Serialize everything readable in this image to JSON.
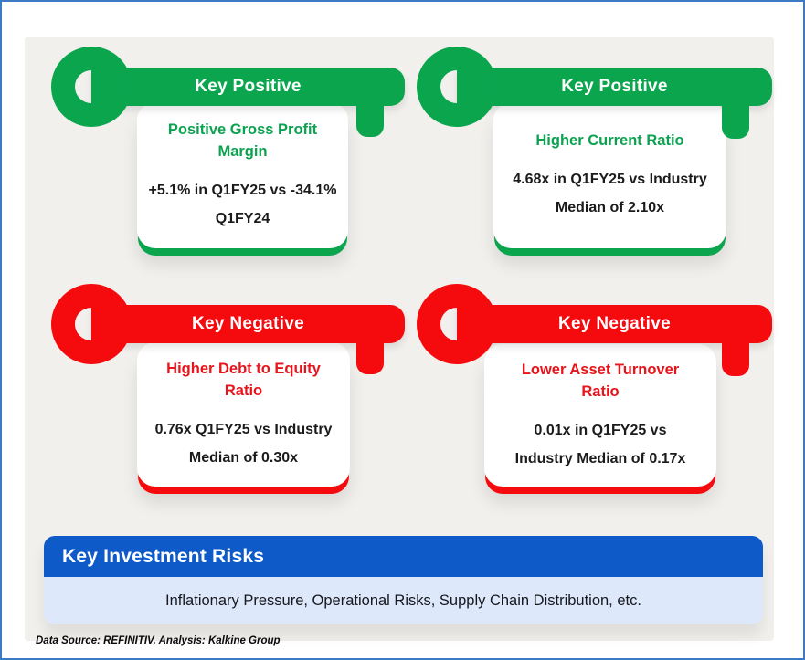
{
  "colors": {
    "positive_green": "#0BA54E",
    "negative_red": "#F50A0E",
    "risks_header_blue": "#0D5AC8",
    "risks_body_blue": "#DEE8FB",
    "frame_border_blue": "#3E79C6",
    "panel_background": "#F2F0ED"
  },
  "keys": [
    {
      "label": "Key Positive",
      "sentiment": "positive",
      "title": "Positive Gross Profit\nMargin",
      "detail": "+5.1% in Q1FY25 vs -34.1%\nQ1FY24"
    },
    {
      "label": "Key Positive",
      "sentiment": "positive",
      "title": "Higher Current Ratio",
      "detail": "4.68x in Q1FY25 vs Industry\nMedian of 2.10x"
    },
    {
      "label": "Key Negative",
      "sentiment": "negative",
      "title": "Higher Debt to Equity\nRatio",
      "detail": "0.76x Q1FY25 vs Industry\nMedian of 0.30x"
    },
    {
      "label": "Key Negative",
      "sentiment": "negative",
      "title": "Lower Asset Turnover\nRatio",
      "detail": "0.01x in Q1FY25 vs\nIndustry Median of 0.17x"
    }
  ],
  "risks": {
    "title": "Key Investment Risks",
    "body": "Inflationary Pressure, Operational Risks, Supply Chain Distribution, etc."
  },
  "footer": {
    "text": "Data Source: REFINITIV, Analysis: Kalkine Group"
  }
}
